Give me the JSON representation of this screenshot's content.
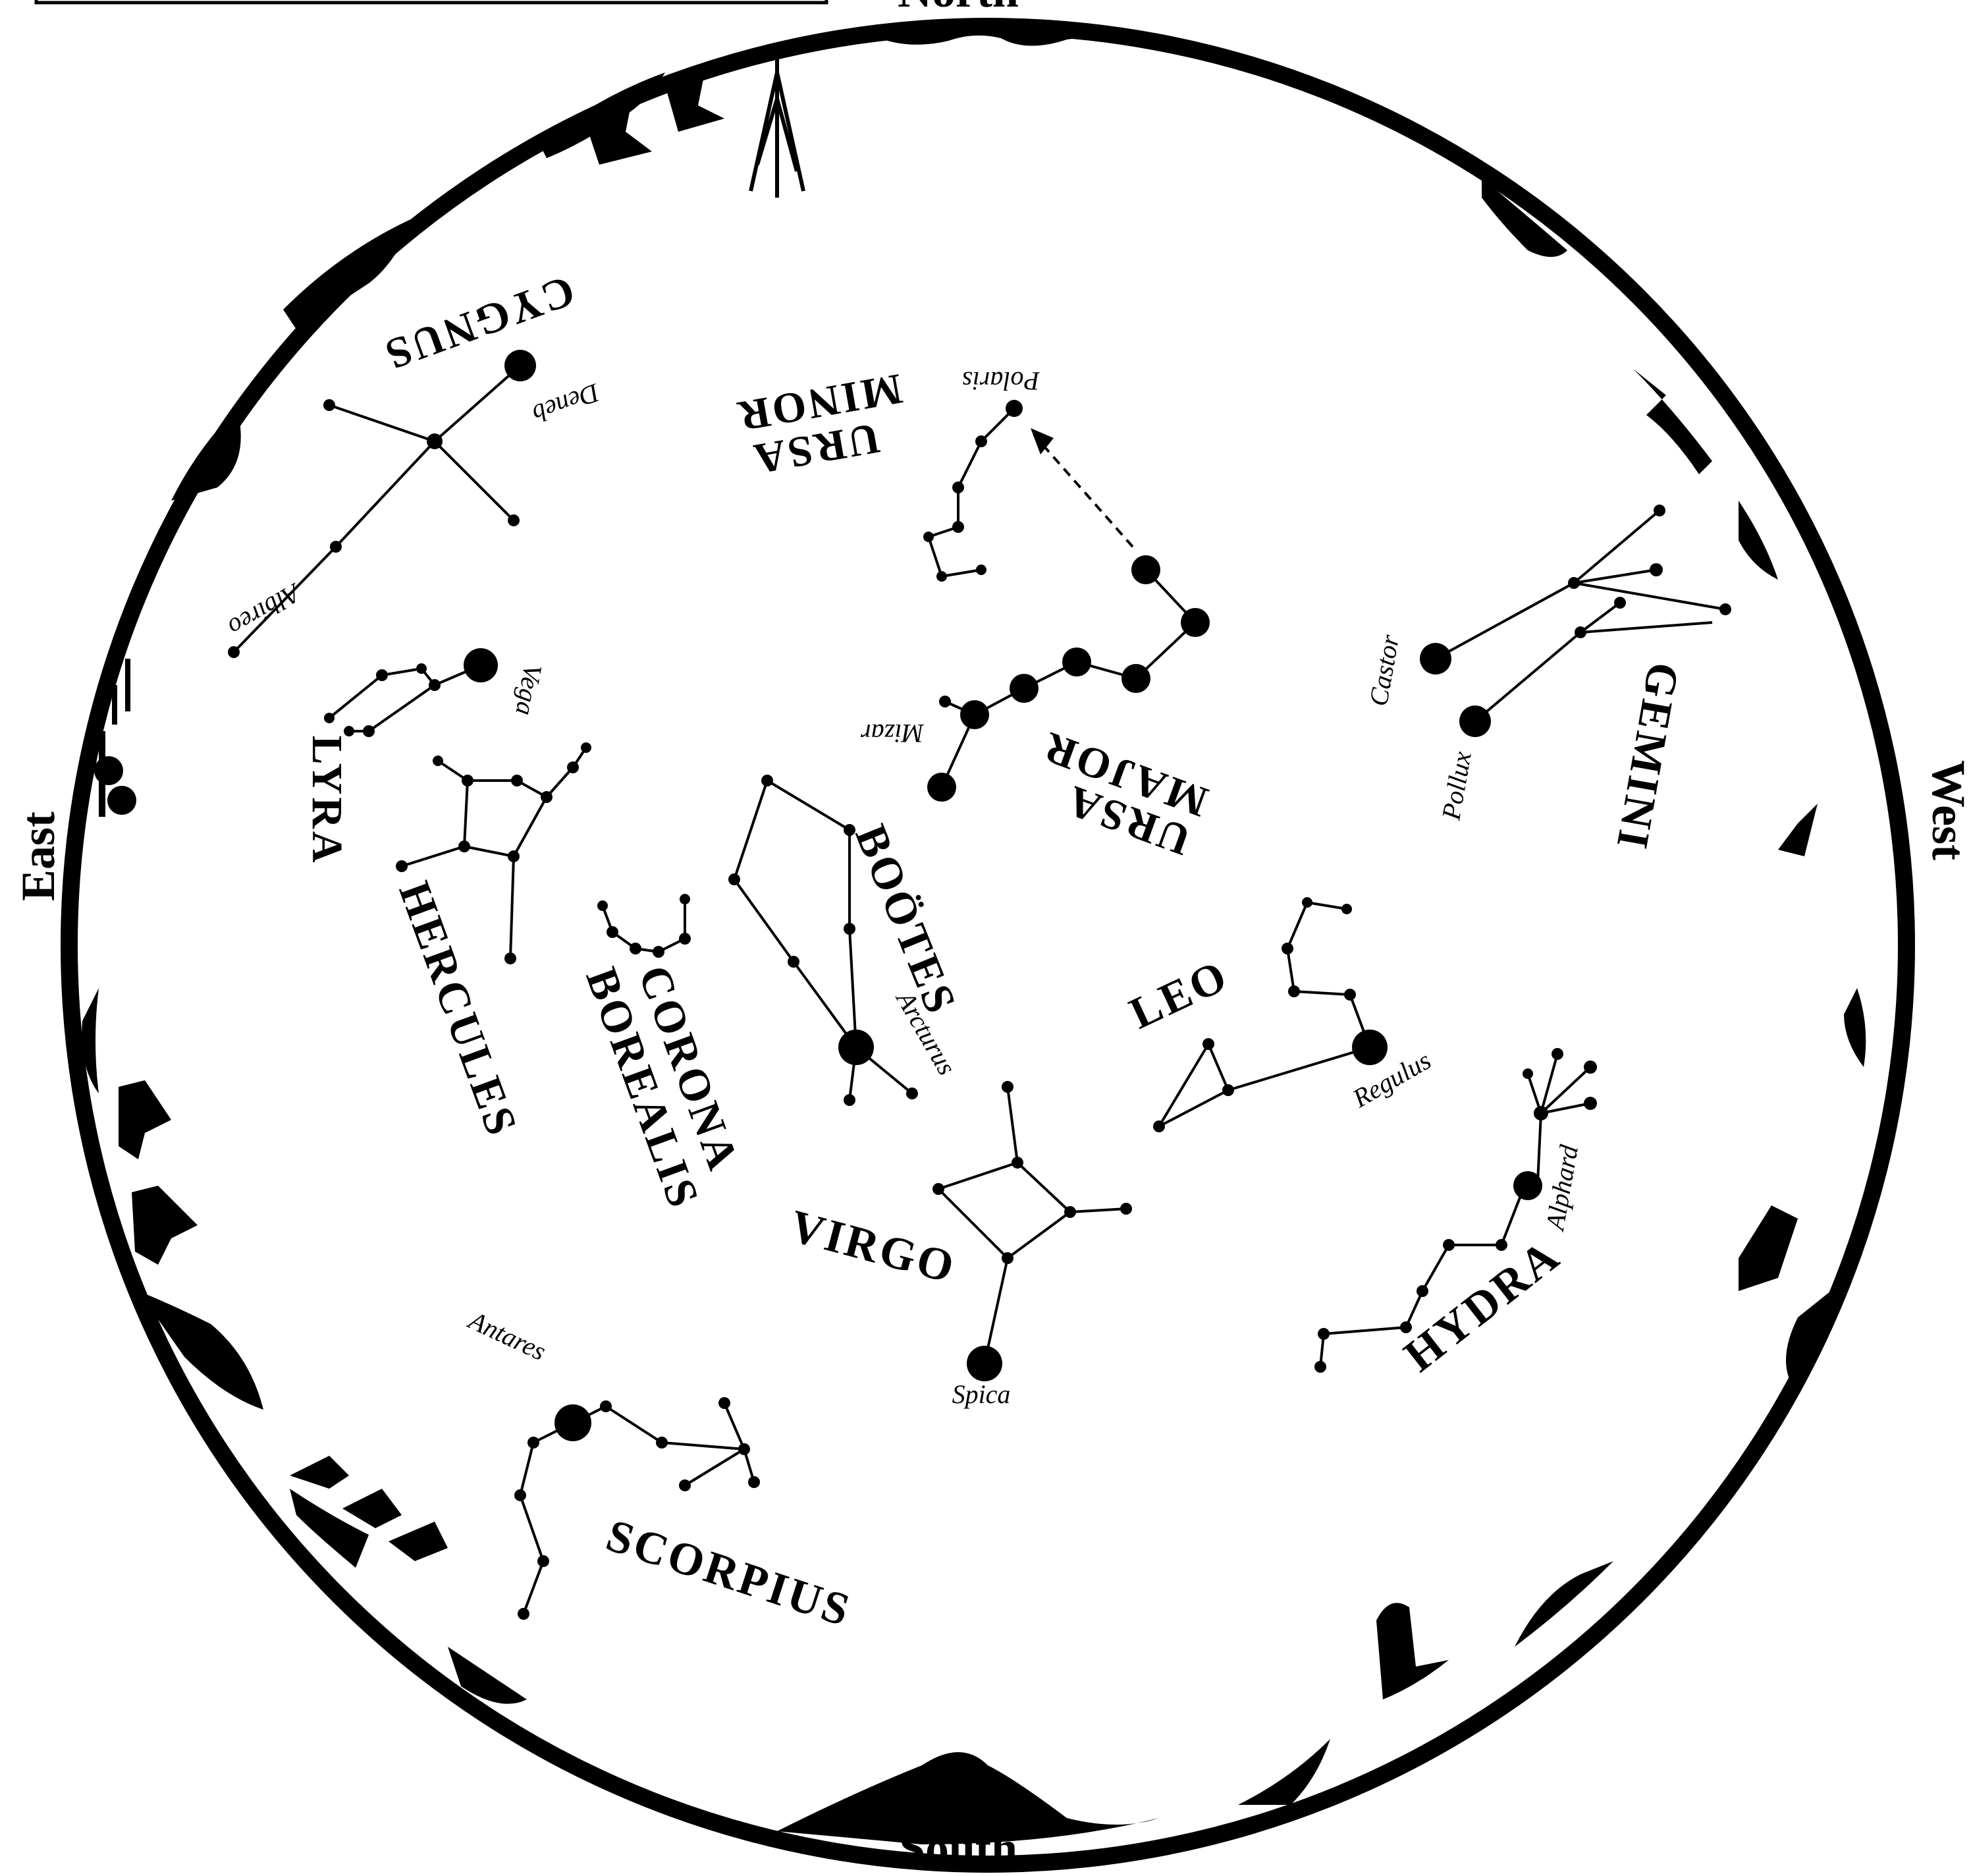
{
  "directions": {
    "north": "North",
    "south": "South",
    "east": "East",
    "west": "West"
  },
  "constellations": {
    "cygnus": "CYGNUS",
    "ursa_minor_1": "URSA",
    "ursa_minor_2": "MINOR",
    "lyra": "LYRA",
    "hercules": "HERCULES",
    "corona_borealis_1": "CORONA",
    "corona_borealis_2": "BOREALIS",
    "bootes": "BOÖTES",
    "ursa_major_1": "URSA",
    "ursa_major_2": "MAJOR",
    "gemini": "GEMINI",
    "leo": "LEO",
    "virgo": "VIRGO",
    "hydra": "HYDRA",
    "scorpius": "SCORPIUS"
  },
  "stars": {
    "deneb": "Deneb",
    "albireo": "Albireo",
    "vega": "Vega",
    "polaris": "Polaris",
    "mizar": "Mizar",
    "castor": "Castor",
    "pollux": "Pollux",
    "arcturus": "Arcturus",
    "regulus": "Regulus",
    "alphard": "Alphard",
    "spica": "Spica",
    "antares": "Antares"
  }
}
